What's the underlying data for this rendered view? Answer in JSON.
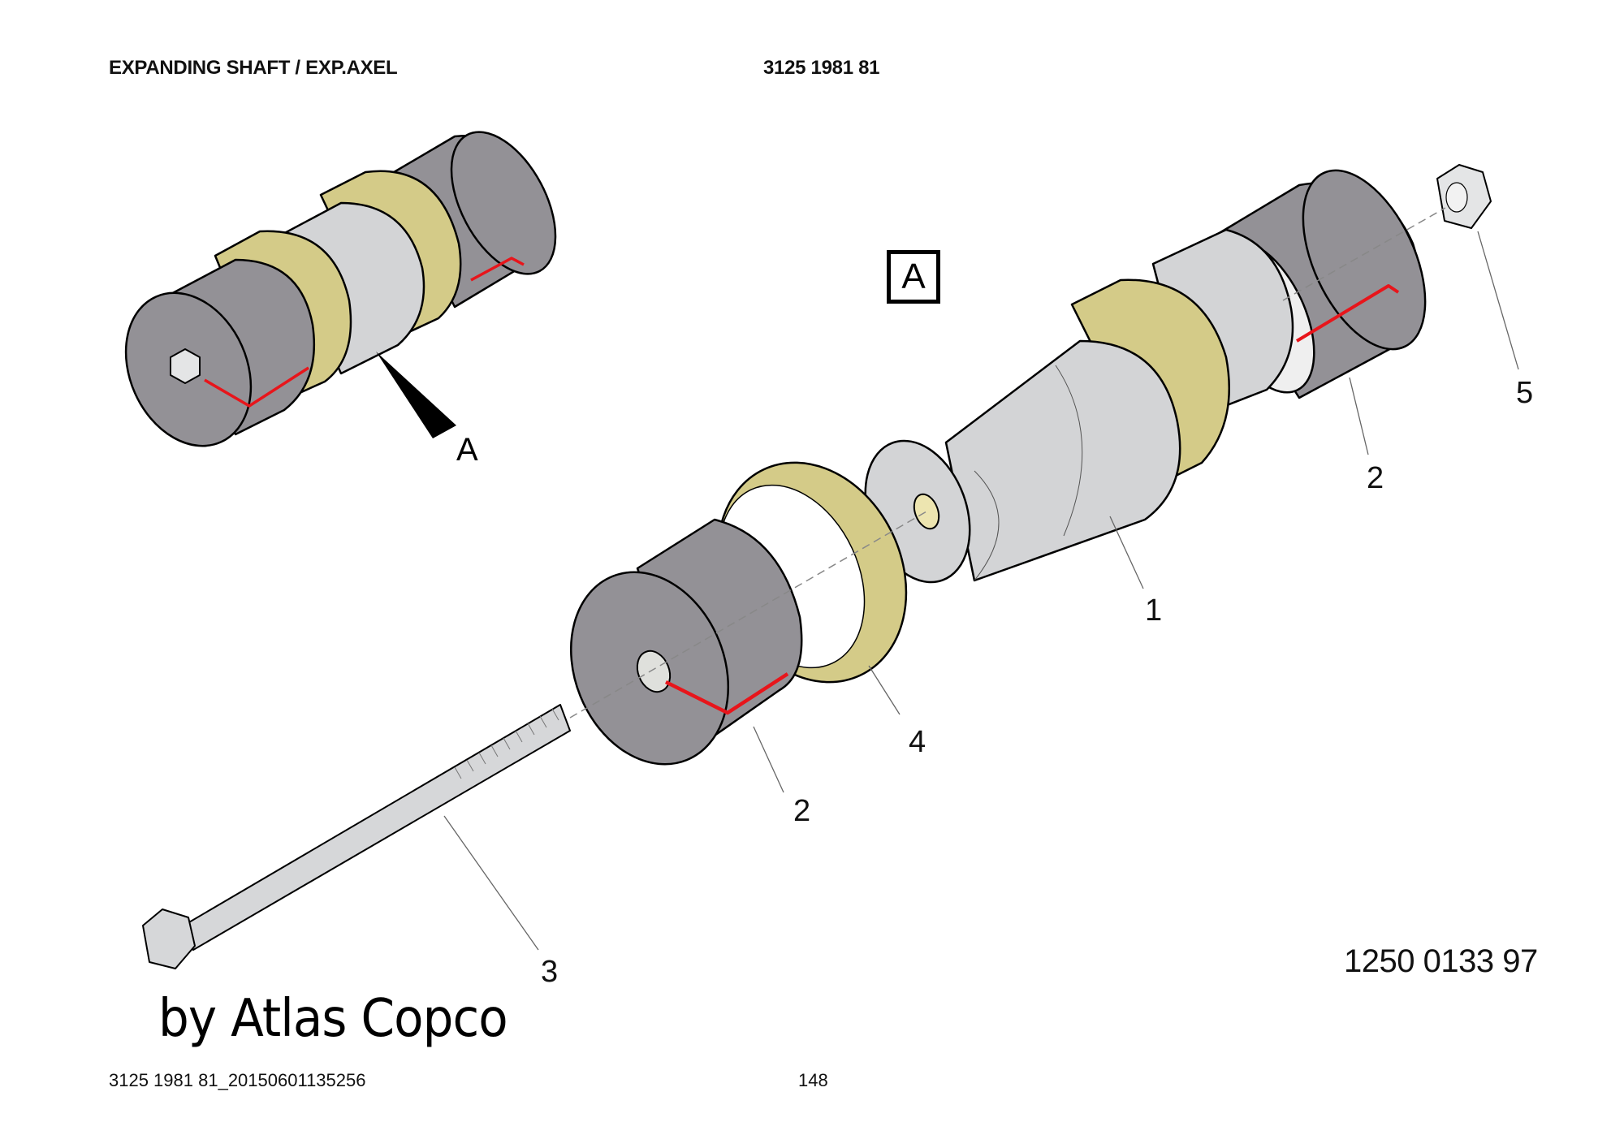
{
  "header": {
    "title": "EXPANDING SHAFT / EXP.AXEL",
    "part_number": "3125 1981 81"
  },
  "drawing": {
    "view_marker": "A",
    "view_arrow_label": "A",
    "drawing_number": "1250 0133 97",
    "callouts": [
      {
        "id": "callout-1",
        "label": "1",
        "part": "expanding cone body"
      },
      {
        "id": "callout-2-upper",
        "label": "2",
        "part": "split sleeve (right)"
      },
      {
        "id": "callout-2-lower",
        "label": "2",
        "part": "split sleeve (left)"
      },
      {
        "id": "callout-3",
        "label": "3",
        "part": "hex bolt"
      },
      {
        "id": "callout-4",
        "label": "4",
        "part": "ring"
      },
      {
        "id": "callout-5",
        "label": "5",
        "part": "hex nut"
      }
    ],
    "colors": {
      "sleeve": "#939196",
      "cone": "#d3d4d6",
      "ring": "#d4cb88",
      "slot": "#e8151b",
      "bolt": "#d6d7d9",
      "outline": "#000000"
    }
  },
  "brand": {
    "text": "by Atlas Copco"
  },
  "footer": {
    "document_id": "3125 1981 81_20150601135256",
    "page": "148"
  }
}
